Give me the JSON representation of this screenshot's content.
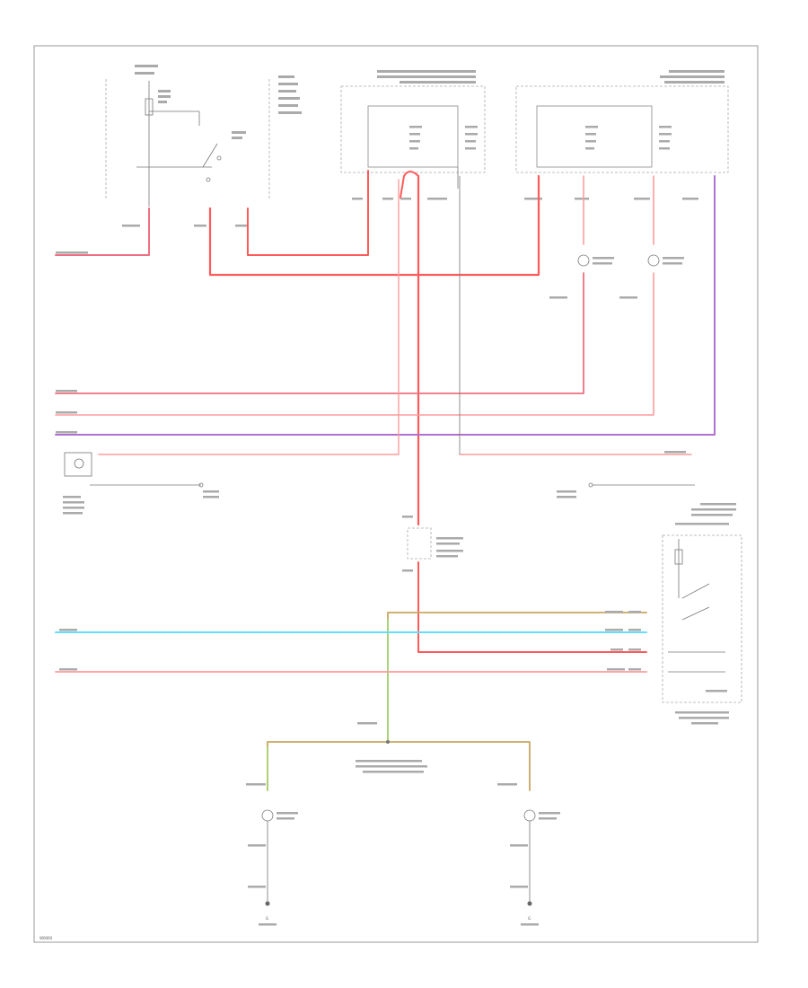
{
  "colors": {
    "red": "#ff5a5a",
    "pink": "#ff9c9c",
    "redpink": "#ee7080",
    "violet": "#b070d0",
    "cyan": "#66ddff",
    "tan": "#c8a860",
    "green": "#98e070"
  },
  "diagram": {
    "footer_code": "W0000",
    "ground_left": "G",
    "ground_right": "G"
  }
}
